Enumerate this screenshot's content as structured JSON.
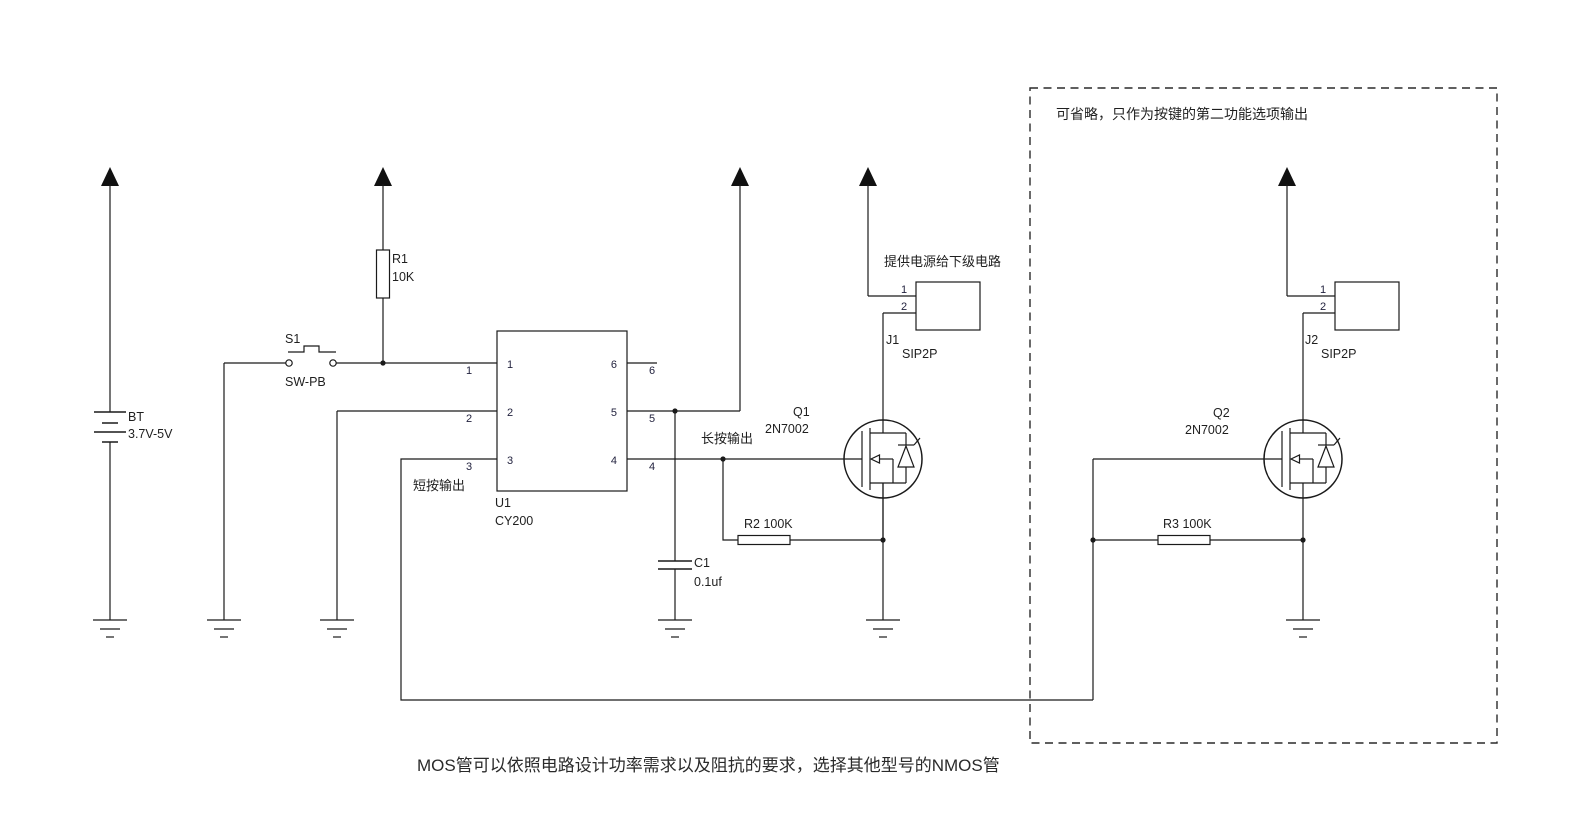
{
  "notes": {
    "optional": "可省略，只作为按键的第二功能选项输出",
    "power_downstream": "提供电源给下级电路",
    "long_press": "长按输出",
    "short_press": "短按输出",
    "bottom": "MOS管可以依照电路设计功率需求以及阻抗的要求，选择其他型号的NMOS管"
  },
  "components": {
    "bt": {
      "ref": "BT",
      "value": "3.7V-5V"
    },
    "s1": {
      "ref": "S1",
      "value": "SW-PB"
    },
    "r1": {
      "ref": "R1",
      "value": "10K"
    },
    "r2": {
      "label": "R2 100K"
    },
    "r3": {
      "label": "R3 100K"
    },
    "c1": {
      "ref": "C1",
      "value": "0.1uf"
    },
    "u1": {
      "ref": "U1",
      "value": "CY200",
      "pins": {
        "p1": "1",
        "p2": "2",
        "p3": "3",
        "p4": "4",
        "p5": "5",
        "p6": "6"
      }
    },
    "q1": {
      "ref": "Q1",
      "value": "2N7002"
    },
    "q2": {
      "ref": "Q2",
      "value": "2N7002"
    },
    "j1": {
      "ref": "J1",
      "value": "SIP2P",
      "pin1": "1",
      "pin2": "2"
    },
    "j2": {
      "ref": "J2",
      "value": "SIP2P",
      "pin1": "1",
      "pin2": "2"
    }
  },
  "colors": {
    "background": "#ffffff",
    "line": "#1a1a1a",
    "text": "#1f1f1f"
  }
}
